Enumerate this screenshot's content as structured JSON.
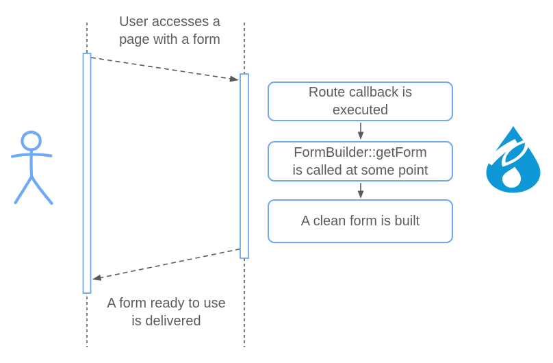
{
  "colors": {
    "diagram_blue_stroke": "#6fa8f2",
    "stick_figure_blue": "#70a9f6",
    "drupal_logo_blue": "#1097d5",
    "text_gray": "#5c5c5c",
    "line_gray": "#696969"
  },
  "icons": {
    "user_actor": "stick-figure-icon",
    "drupal": "drupal-logo-icon"
  },
  "messages": {
    "request": [
      "User accesses a",
      "page with a form"
    ],
    "response": [
      "A form ready to use",
      "is delivered"
    ]
  },
  "steps": [
    [
      "Route callback is",
      "executed"
    ],
    [
      "FormBuilder::getForm",
      "is called at some point"
    ],
    [
      "A clean form is built"
    ]
  ]
}
